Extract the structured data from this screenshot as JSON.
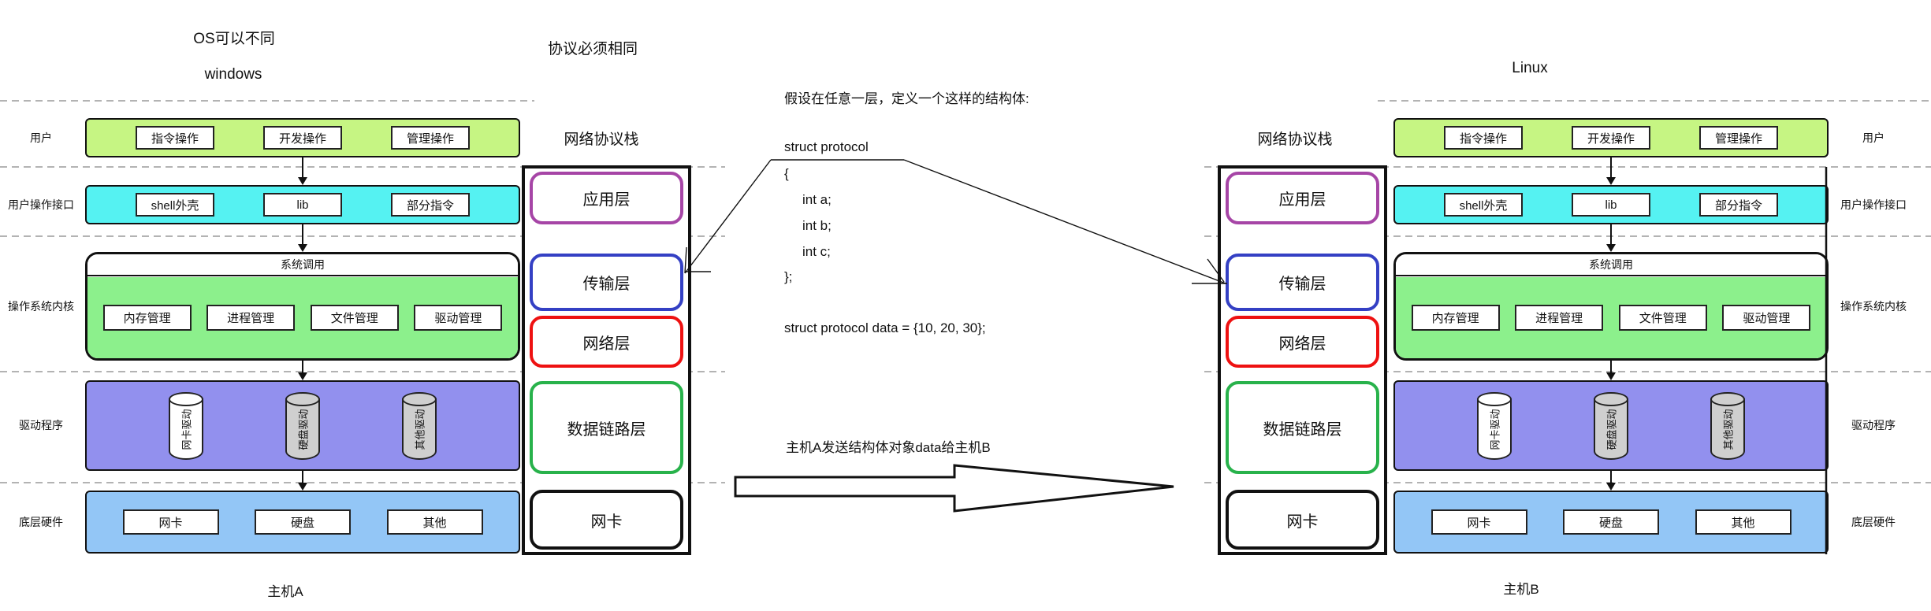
{
  "titles": {
    "os_note": "OS可以不同",
    "protocol_note": "协议必须相同",
    "left_os": "windows",
    "right_os": "Linux",
    "left_host": "主机A",
    "right_host": "主机B",
    "protocol_stack_title": "网络协议栈"
  },
  "row_labels": [
    "用户",
    "用户操作接口",
    "操作系统内核",
    "驱动程序",
    "底层硬件"
  ],
  "os_stack": {
    "user_boxes": [
      "指令操作",
      "开发操作",
      "管理操作"
    ],
    "interface_boxes": [
      "shell外壳",
      "lib",
      "部分指令"
    ],
    "kernel_header": "系统调用",
    "kernel_boxes": [
      "内存管理",
      "进程管理",
      "文件管理",
      "驱动管理"
    ],
    "driver_cylinders": [
      "网卡驱动",
      "硬盘驱动",
      "其他驱动"
    ],
    "hardware_boxes": [
      "网卡",
      "硬盘",
      "其他"
    ]
  },
  "protocol_layers": [
    "应用层",
    "传输层",
    "网络层",
    "数据链路层",
    "网卡"
  ],
  "center": {
    "assumption": "假设在任意一层，定义一个这样的结构体:",
    "code_lines": [
      "struct protocol",
      "{",
      "int a;",
      "int b;",
      "int c;",
      "};"
    ],
    "code_init": "struct protocol data = {10, 20, 30};",
    "send_note": "主机A发送结构体对象data给主机B"
  },
  "colors": {
    "user_row": "#c6f583",
    "interface_row": "#55f2f2",
    "kernel_row": "#8cf08c",
    "driver_row": "#9290ee",
    "hardware_row": "#93c6f6",
    "cylinder_white": "#ffffff",
    "cylinder_gray": "#cfcfcf",
    "layer_app": "#a645a6",
    "layer_transport": "#3440c4",
    "layer_network": "#ee1111",
    "layer_datalink": "#28b24b",
    "layer_nic": "#111111"
  }
}
